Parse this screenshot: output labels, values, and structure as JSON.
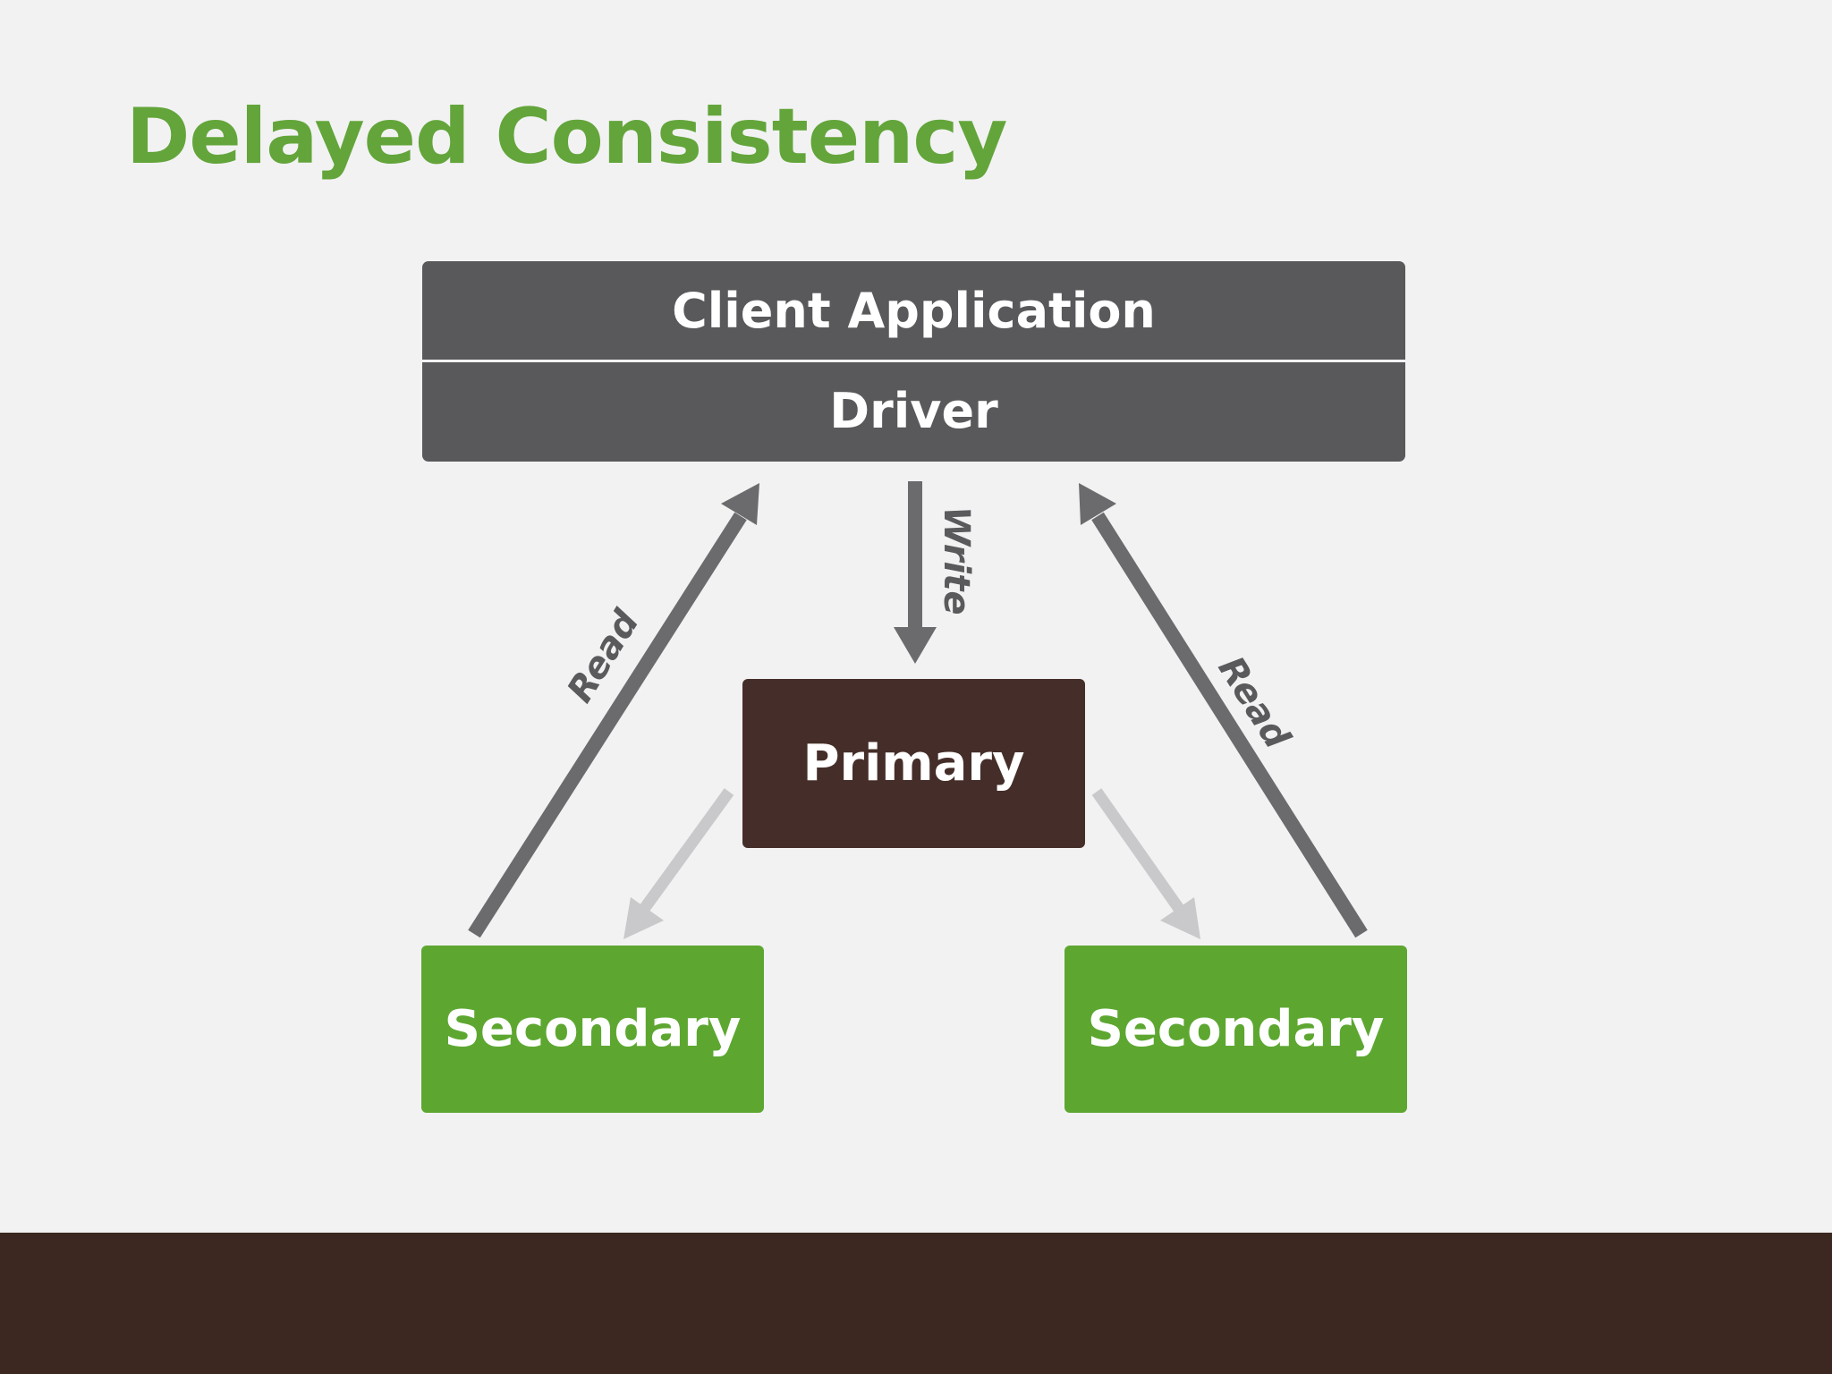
{
  "title": "Delayed Consistency",
  "client": {
    "application_label": "Client Application",
    "driver_label": "Driver"
  },
  "primary": {
    "label": "Primary"
  },
  "secondaries": [
    {
      "label": "Secondary"
    },
    {
      "label": "Secondary"
    }
  ],
  "arrows": {
    "write_label": "Write",
    "read_left_label": "Read",
    "read_right_label": "Read"
  },
  "colors": {
    "title_green": "#63a53a",
    "client_gray": "#59585b",
    "primary_brown": "#452e29",
    "secondary_green": "#5da731",
    "arrow_dark": "#6b6a6d",
    "arrow_light": "#c9c8ca",
    "footer_brown": "#3c2820",
    "background": "#f2f2f3"
  }
}
